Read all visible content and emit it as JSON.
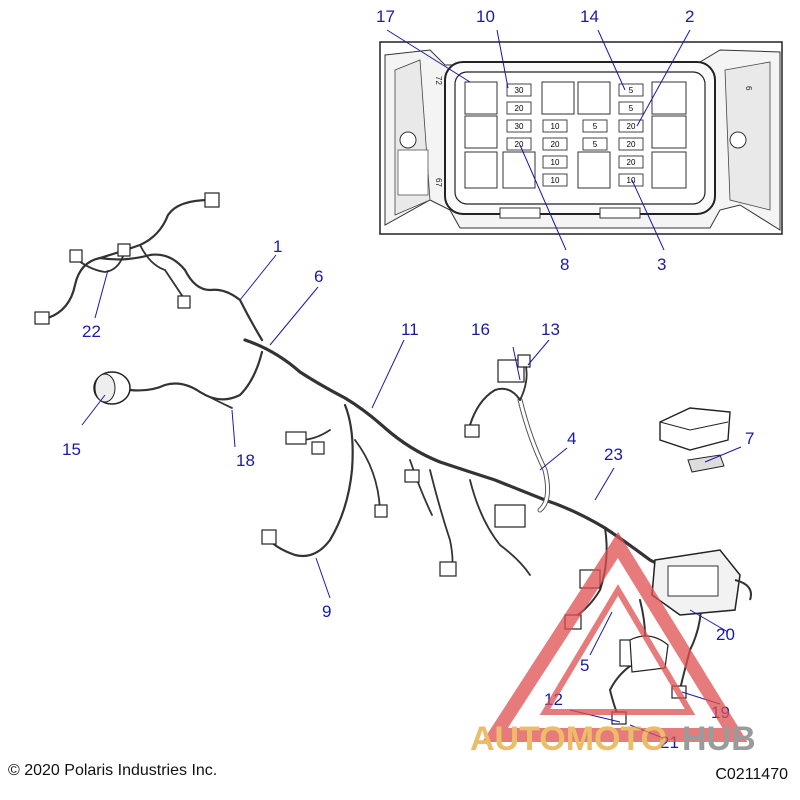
{
  "footer": {
    "copyright": "© 2020 Polaris Industries Inc.",
    "drawing_id": "C0211470"
  },
  "watermark": {
    "word1": "AUTOMOTO",
    "word2": "HUB",
    "color_primary": "#e8a63a",
    "color_secondary": "#7a7a7a",
    "triangle_color": "#e05050"
  },
  "callouts": {
    "c1": "1",
    "c2": "2",
    "c3": "3",
    "c4": "4",
    "c5": "5",
    "c6": "6",
    "c7": "7",
    "c8": "8",
    "c9": "9",
    "c10": "10",
    "c11": "11",
    "c12": "12",
    "c13": "13",
    "c14": "14",
    "c15": "15",
    "c16": "16",
    "c17": "17",
    "c18": "18",
    "c19": "19",
    "c20": "20",
    "c21": "21",
    "c22": "22",
    "c23": "23"
  },
  "fuse_box": {
    "side_labels": {
      "left": "72",
      "right": "6",
      "bottom_left": "67"
    },
    "fuses": {
      "f30a": "30",
      "f20a": "20",
      "f30b": "30",
      "f20b": "20",
      "f10a": "10",
      "f20c": "20",
      "f10b": "10",
      "f10c": "10",
      "f5a": "5",
      "f5b": "5",
      "f5c": "5",
      "f5d": "5",
      "f20d": "20",
      "f20e": "20",
      "f20f": "20",
      "f10d": "10"
    }
  },
  "colors": {
    "callout": "#1a1aa8",
    "line": "#222222"
  }
}
